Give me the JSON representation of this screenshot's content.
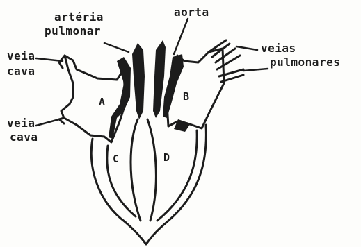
{
  "labels": {
    "arteria": "artéria",
    "pulmonar": "pulmonar",
    "aorta": "aorta",
    "veias": "veias",
    "pulmonares": "pulmonares",
    "veia_top": "veia",
    "cava_top": "cava",
    "veia_bottom": "veia",
    "cava_bottom": "cava"
  },
  "chambers": {
    "a": "A",
    "b": "B",
    "c": "C",
    "d": "D"
  }
}
